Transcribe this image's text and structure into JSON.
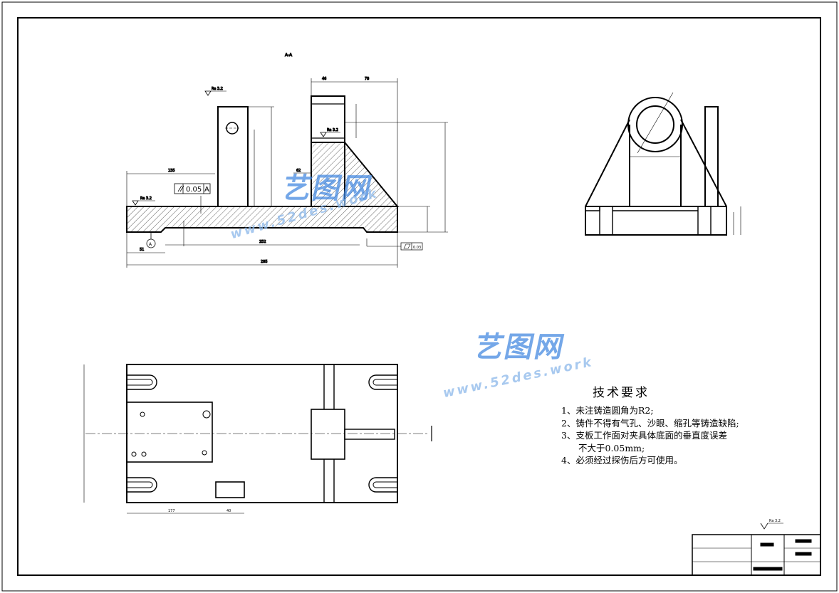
{
  "section_label": "A-A",
  "tolerances": {
    "perpendicularity_value": "0.05",
    "perpendicularity_datum": "A",
    "flatness_value": "0.03",
    "datum_label": "A"
  },
  "roughness": {
    "top_left": "Ra 3.2",
    "bore": "Ra 3.2",
    "base_left": "Ra 3.2",
    "general": "Ra 3.2"
  },
  "technical_requirements": {
    "title": "技术要求",
    "items": [
      "1、未注铸造圆角为R2;",
      "2、铸件不得有气孔、沙眼、缩孔等铸造缺陷;",
      "3、支板工作面对夹具体底面的垂直度误差",
      "不大于0.05mm;",
      "4、必须经过探伤后方可使用。"
    ]
  },
  "watermark": {
    "brand": "艺图网",
    "url": "www.52des.work"
  },
  "colors": {
    "line": "#000000",
    "watermark_blue": "#3f86e0"
  }
}
